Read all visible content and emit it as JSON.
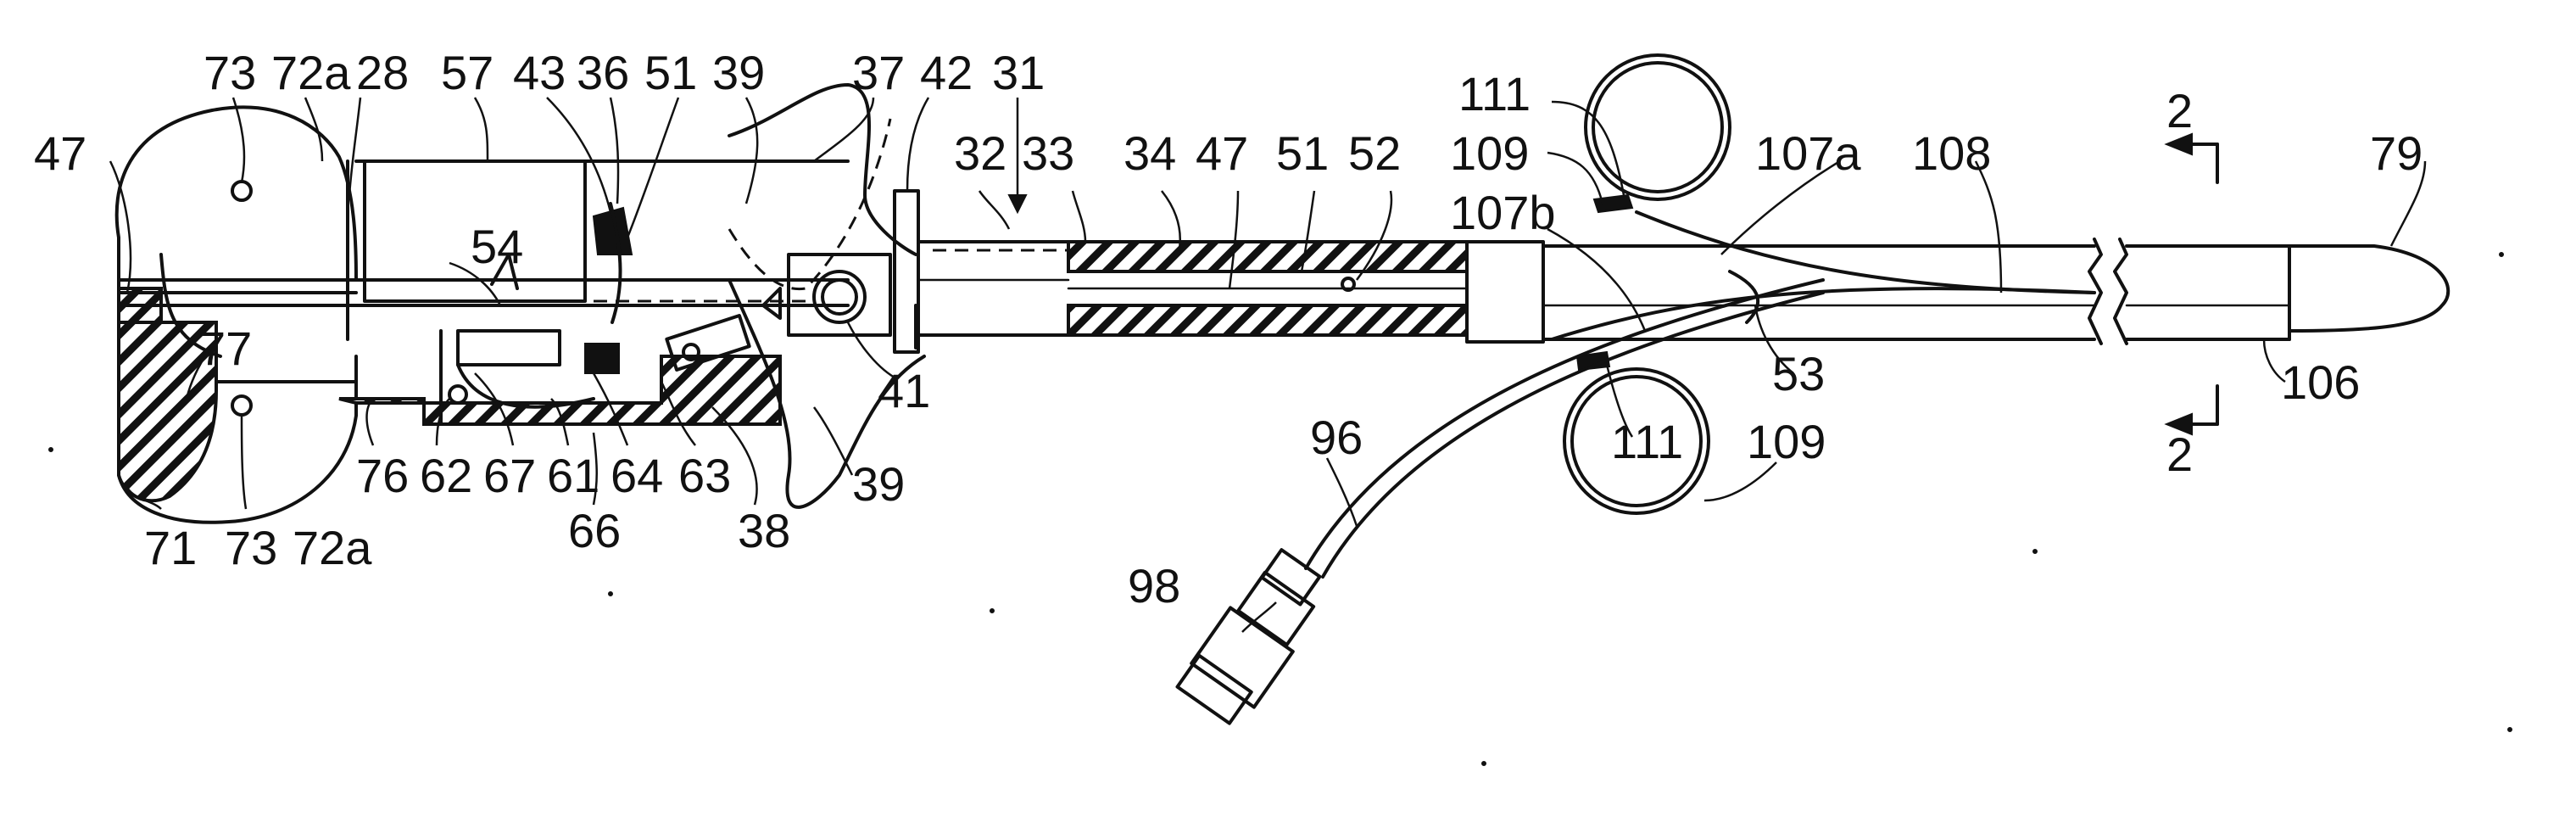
{
  "figure": {
    "labels": {
      "l73a": "73",
      "l72a_a": "72a",
      "l28": "28",
      "l57": "57",
      "l43": "43",
      "l36": "36",
      "l51a": "51",
      "l39a": "39",
      "l37": "37",
      "l42": "42",
      "l31": "31",
      "l47a": "47",
      "l32": "32",
      "l33": "33",
      "l34": "34",
      "l47b": "47",
      "l51b": "51",
      "l52": "52",
      "l111a": "111",
      "l109a": "109",
      "l107a": "107a",
      "l108": "108",
      "l2a": "2",
      "l79": "79",
      "l107b": "107b",
      "l54": "54",
      "l77": "77",
      "l41": "41",
      "l53": "53",
      "l106": "106",
      "l111b": "111",
      "l109b": "109",
      "l2b": "2",
      "l96": "96",
      "l39b": "39",
      "l76": "76",
      "l62": "62",
      "l67": "67",
      "l61": "61",
      "l64": "64",
      "l63": "63",
      "l66": "66",
      "l38": "38",
      "l71": "71",
      "l73b": "73",
      "l72a_b": "72a",
      "l98": "98"
    }
  }
}
